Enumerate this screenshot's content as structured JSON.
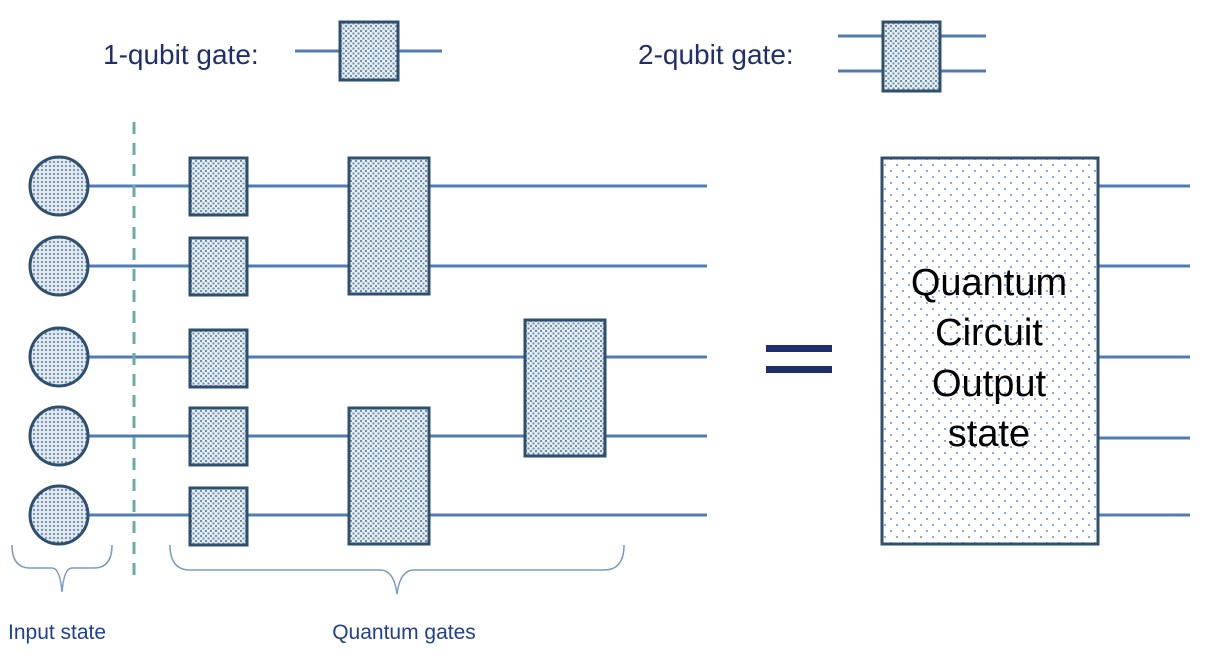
{
  "legend": {
    "one_qubit_label": "1-qubit gate:",
    "two_qubit_label": "2-qubit gate:"
  },
  "circuit": {
    "qubit_count": 5,
    "input_label": "Input state",
    "gates_label": "Quantum gates",
    "equals_symbol": "="
  },
  "output_box": {
    "lines": [
      "Quantum",
      "Circuit",
      "Output",
      "state"
    ]
  },
  "colors": {
    "wire": "#4f7db3",
    "gate_outline": "#2f4f6f",
    "text_dark": "#1f2f6b",
    "caption": "#1f3f8f",
    "divider": "#6ea8a8"
  }
}
